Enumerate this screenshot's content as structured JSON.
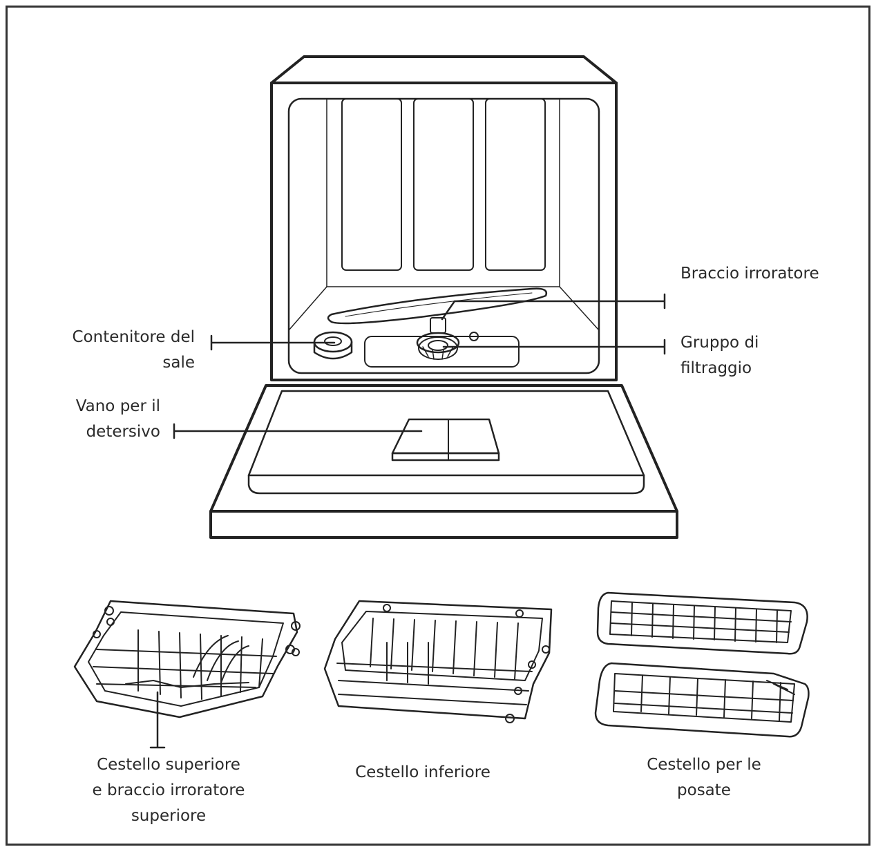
{
  "labels": {
    "spray_arm": [
      "Braccio irroratore"
    ],
    "salt_container": [
      "Contenitore del",
      "sale"
    ],
    "filter_group": [
      "Gruppo di",
      "filtraggio"
    ],
    "detergent_compartment": [
      "Vano per il",
      "detersivo"
    ],
    "upper_basket": [
      "Cestello superiore",
      "e braccio irroratore",
      "superiore"
    ],
    "lower_basket": [
      "Cestello inferiore"
    ],
    "cutlery_basket": [
      "Cestello per le",
      "posate"
    ]
  }
}
